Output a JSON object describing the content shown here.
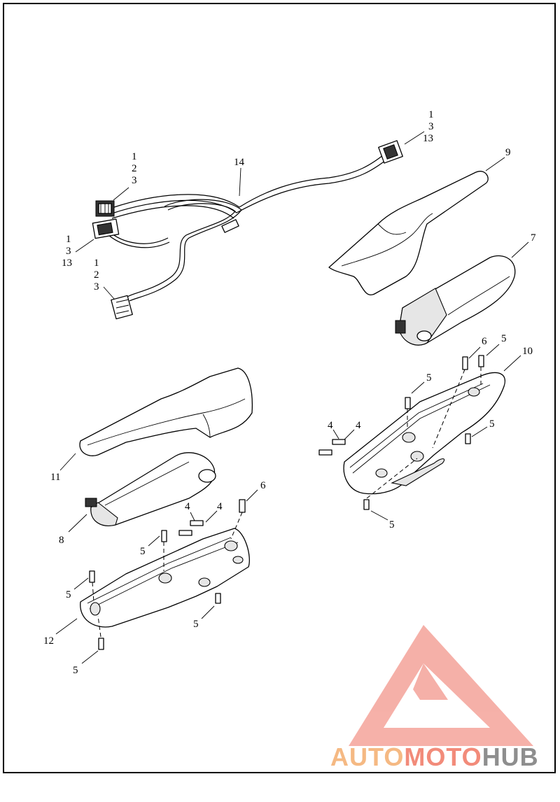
{
  "diagram": {
    "callouts": [
      {
        "id": "c-1-3-13-top",
        "lines": [
          "1",
          "3",
          "13"
        ]
      },
      {
        "id": "c-14",
        "lines": [
          "14"
        ]
      },
      {
        "id": "c-1-2-3-upper",
        "lines": [
          "1",
          "2",
          "3"
        ]
      },
      {
        "id": "c-1-3-13-left",
        "lines": [
          "1",
          "3",
          "13"
        ]
      },
      {
        "id": "c-1-2-3-lower",
        "lines": [
          "1",
          "2",
          "3"
        ]
      },
      {
        "id": "c-9",
        "lines": [
          "9"
        ]
      },
      {
        "id": "c-7",
        "lines": [
          "7"
        ]
      },
      {
        "id": "c-6-right",
        "lines": [
          "6"
        ]
      },
      {
        "id": "c-5-right-top",
        "lines": [
          "5"
        ]
      },
      {
        "id": "c-10",
        "lines": [
          "10"
        ]
      },
      {
        "id": "c-5-right-mid",
        "lines": [
          "5"
        ]
      },
      {
        "id": "c-4-right-a",
        "lines": [
          "4"
        ]
      },
      {
        "id": "c-4-right-b",
        "lines": [
          "4"
        ]
      },
      {
        "id": "c-5-right-side",
        "lines": [
          "5"
        ]
      },
      {
        "id": "c-5-right-bottom",
        "lines": [
          "5"
        ]
      },
      {
        "id": "c-11",
        "lines": [
          "11"
        ]
      },
      {
        "id": "c-8",
        "lines": [
          "8"
        ]
      },
      {
        "id": "c-6-left",
        "lines": [
          "6"
        ]
      },
      {
        "id": "c-4-left-a",
        "lines": [
          "4"
        ]
      },
      {
        "id": "c-4-left-b",
        "lines": [
          "4"
        ]
      },
      {
        "id": "c-5-left-top",
        "lines": [
          "5"
        ]
      },
      {
        "id": "c-5-left-mid",
        "lines": [
          "5"
        ]
      },
      {
        "id": "c-12",
        "lines": [
          "12"
        ]
      },
      {
        "id": "c-5-left-lower",
        "lines": [
          "5"
        ]
      },
      {
        "id": "c-5-left-bottom",
        "lines": [
          "5"
        ]
      }
    ]
  },
  "watermark": {
    "part1": "AUTO",
    "part2": "MOTO",
    "part3": "HUB",
    "colors": {
      "auto": "#f5b983",
      "moto": "#f28b7a",
      "hub": "#8e8e8e",
      "triangle": "#f4a39a"
    }
  }
}
